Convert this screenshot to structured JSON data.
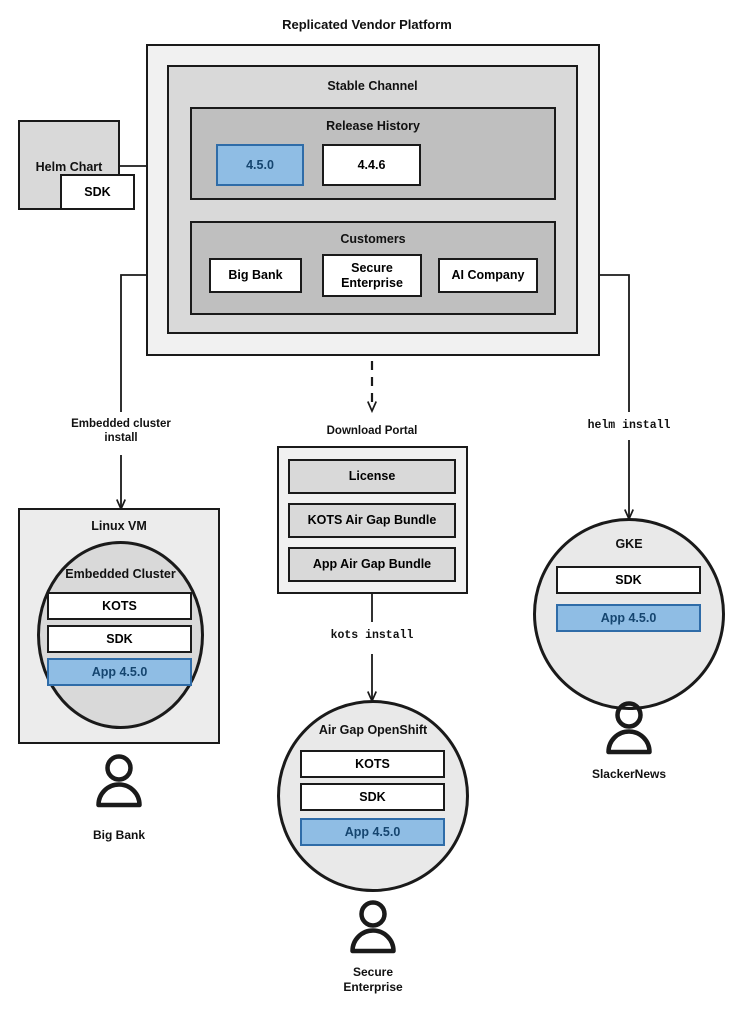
{
  "diagram": {
    "title": "Replicated Vendor Platform",
    "type": "architecture-flow"
  },
  "source": {
    "helm_chart_label": "Helm Chart",
    "sdk_label": "SDK"
  },
  "platform": {
    "channel_label": "Stable Channel",
    "release_history": {
      "label": "Release History",
      "releases": [
        {
          "version": "4.5.0",
          "highlighted": true
        },
        {
          "version": "4.4.6",
          "highlighted": false
        }
      ]
    },
    "customers": {
      "label": "Customers",
      "items": [
        {
          "name": "Big Bank"
        },
        {
          "name": "Secure\nEnterprise"
        },
        {
          "name": "AI Company"
        }
      ]
    }
  },
  "edges": [
    {
      "id": "embedded-cluster-install",
      "label": "Embedded cluster\ninstall",
      "style": "solid",
      "mono": false
    },
    {
      "id": "download-portal-link",
      "label": "Download Portal",
      "style": "dashed",
      "mono": false
    },
    {
      "id": "helm-install",
      "label": "helm install",
      "style": "solid",
      "mono": true
    },
    {
      "id": "kots-install",
      "label": "kots install",
      "style": "solid",
      "mono": true
    }
  ],
  "download_portal": {
    "title": "Download Portal",
    "artifacts": [
      {
        "name": "License"
      },
      {
        "name": "KOTS Air Gap Bundle"
      },
      {
        "name": "App Air Gap Bundle"
      }
    ]
  },
  "targets": {
    "linux_vm": {
      "title": "Linux VM",
      "cluster_label": "Embedded Cluster",
      "components": [
        {
          "name": "KOTS",
          "highlighted": false
        },
        {
          "name": "SDK",
          "highlighted": false
        },
        {
          "name": "App 4.5.0",
          "highlighted": true
        }
      ],
      "customer": "Big Bank"
    },
    "airgap_openshift": {
      "title": "Air Gap OpenShift",
      "components": [
        {
          "name": "KOTS",
          "highlighted": false
        },
        {
          "name": "SDK",
          "highlighted": false
        },
        {
          "name": "App 4.5.0",
          "highlighted": true
        }
      ],
      "customer": "Secure\nEnterprise"
    },
    "gke": {
      "title": "GKE",
      "components": [
        {
          "name": "SDK",
          "highlighted": false
        },
        {
          "name": "App 4.5.0",
          "highlighted": true
        }
      ],
      "customer": "SlackerNews"
    }
  },
  "icons": {
    "person": "person-icon"
  },
  "colors": {
    "stroke": "#1a1a1a",
    "highlight_fill": "#8fbde4",
    "highlight_stroke": "#2f6ca8",
    "highlight_text": "#15456f",
    "shade_outer": "#f1f1f1",
    "shade_channel": "#d9d9d9",
    "shade_release": "#bfbfbf",
    "white": "#ffffff"
  }
}
